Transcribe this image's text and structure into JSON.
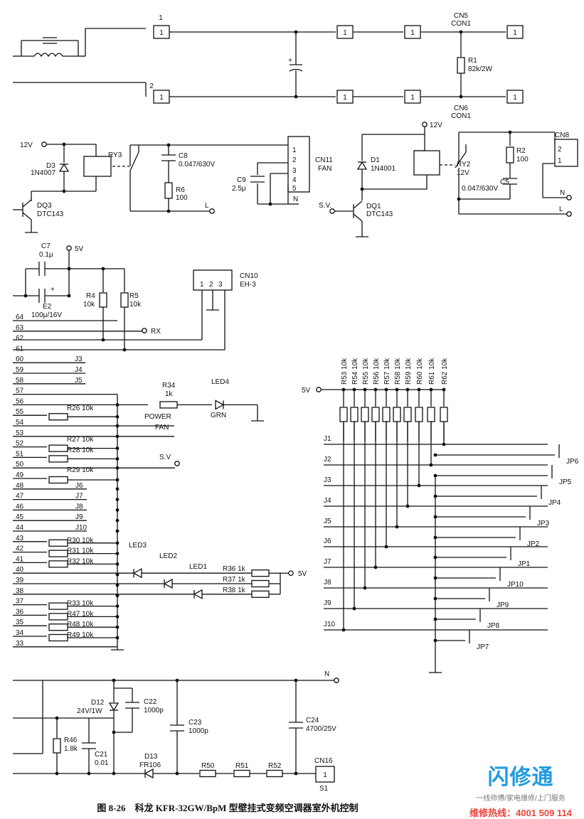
{
  "caption": "图 8-26　科龙 KFR-32GW/BpM 型壁挂式变频空调器室外机控制",
  "watermark": {
    "logo": "闪修通",
    "tagline": "一线师傅/家电维修/上门服务",
    "hotline": "维修热线：4001 509 114"
  },
  "labels": {
    "p1": "1",
    "p2": "2",
    "cn5": "CN5",
    "cn5c": "CON1",
    "cn6": "CN6",
    "cn6c": "CON1",
    "r1": "R1",
    "r1v": "82k/2W",
    "v12a": "12V",
    "ry3": "RY3",
    "d3": "D3",
    "d3v": "1N4007",
    "dq3": "DQ3",
    "dq3v": "DTC143",
    "c8": "C8",
    "c8v": "0.047/630V",
    "r6": "R6",
    "r6v": "100",
    "l1": "L",
    "c9": "C9",
    "c9v": "2.5μ",
    "cn11": "CN11",
    "fan": "FAN",
    "n1": "N",
    "sv1": "S.V.",
    "v12b": "12V",
    "d1": "D1",
    "d1v": "1N4001",
    "dq1": "DQ1",
    "dq1v": "DTC143",
    "ry2": "RY2",
    "ry2v": "12V",
    "r2": "R2",
    "r2v": "100",
    "c5": "C5",
    "c5v": "0.047/630V",
    "cn8": "CN8",
    "cn8p2": "2",
    "cn8p1": "1",
    "n2": "N",
    "l2": "L",
    "c7": "C7",
    "c7v": "0.1μ",
    "v5a": "5V",
    "e2": "E2",
    "e2v": "100μ/16V",
    "r4": "R4",
    "r4v": "10k",
    "r5": "R5",
    "r5v": "10k",
    "cn10": "CN10",
    "cn10v": "EH-3",
    "rx": "RX",
    "j3": "J3",
    "j4": "J4",
    "j5": "J5",
    "r34": "R34",
    "r34v": "1k",
    "led4": "LED4",
    "grn": "GRN",
    "r26": "R26 10k",
    "power": "POWER",
    "fanl": "FAN",
    "r27": "R27 10k",
    "r28": "R28 10k",
    "sv2": "S.V",
    "r29": "R29 10k",
    "j6": "J6",
    "j7": "J7",
    "j8": "J8",
    "j9": "J9",
    "j10": "J10",
    "r30": "R30 10k",
    "r31": "R31 10k",
    "r32": "R32 10k",
    "led3": "LED3",
    "led2": "LED2",
    "led1": "LED1",
    "r36": "R36 1k",
    "r37": "R37 1k",
    "r38": "R38 1k",
    "v5b": "5V",
    "r33": "R33 10k",
    "r47": "R47 10k",
    "r48": "R48 10k",
    "r49": "R49 10k",
    "v5c": "5V",
    "d12": "D12",
    "d12v": "24V/1W",
    "c22": "C22",
    "c22v": "1000p",
    "c23": "C23",
    "c23v": "1000p",
    "c24": "C24",
    "c24v": "4700/25V",
    "r46": "R46",
    "r46v": "1.8k",
    "c21": "C21",
    "c21v": "0.01",
    "d13": "D13",
    "d13v": "FR106",
    "r50": "R50",
    "r51": "R51",
    "r52": "R52",
    "cn16": "CN16",
    "s1": "S1",
    "n3": "N"
  },
  "pins": [
    "64",
    "63",
    "62",
    "61",
    "60",
    "59",
    "58",
    "57",
    "56",
    "55",
    "54",
    "53",
    "52",
    "51",
    "50",
    "49",
    "48",
    "47",
    "46",
    "45",
    "44",
    "43",
    "42",
    "41",
    "40",
    "39",
    "38",
    "37",
    "36",
    "35",
    "34",
    "33"
  ],
  "box_one": "1",
  "cn11_pins": [
    "1",
    "2",
    "3",
    "4",
    "5"
  ],
  "cn10_pins": [
    "1",
    "2",
    "3"
  ],
  "resistor_bank": [
    "R53 10k",
    "R54 10k",
    "R55 10k",
    "R56 10k",
    "R57 10k",
    "R58 10k",
    "R59 10k",
    "R60 10k",
    "R61 10k",
    "R62 10k"
  ],
  "jumper_rows": [
    "J1",
    "J2",
    "J3",
    "J4",
    "J5",
    "J6",
    "J7",
    "J8",
    "J9",
    "J10"
  ],
  "jumpers": [
    "JP6",
    "JP5",
    "JP4",
    "JP3",
    "JP2",
    "JP1",
    "JP10",
    "JP9",
    "JP8",
    "JP7"
  ]
}
